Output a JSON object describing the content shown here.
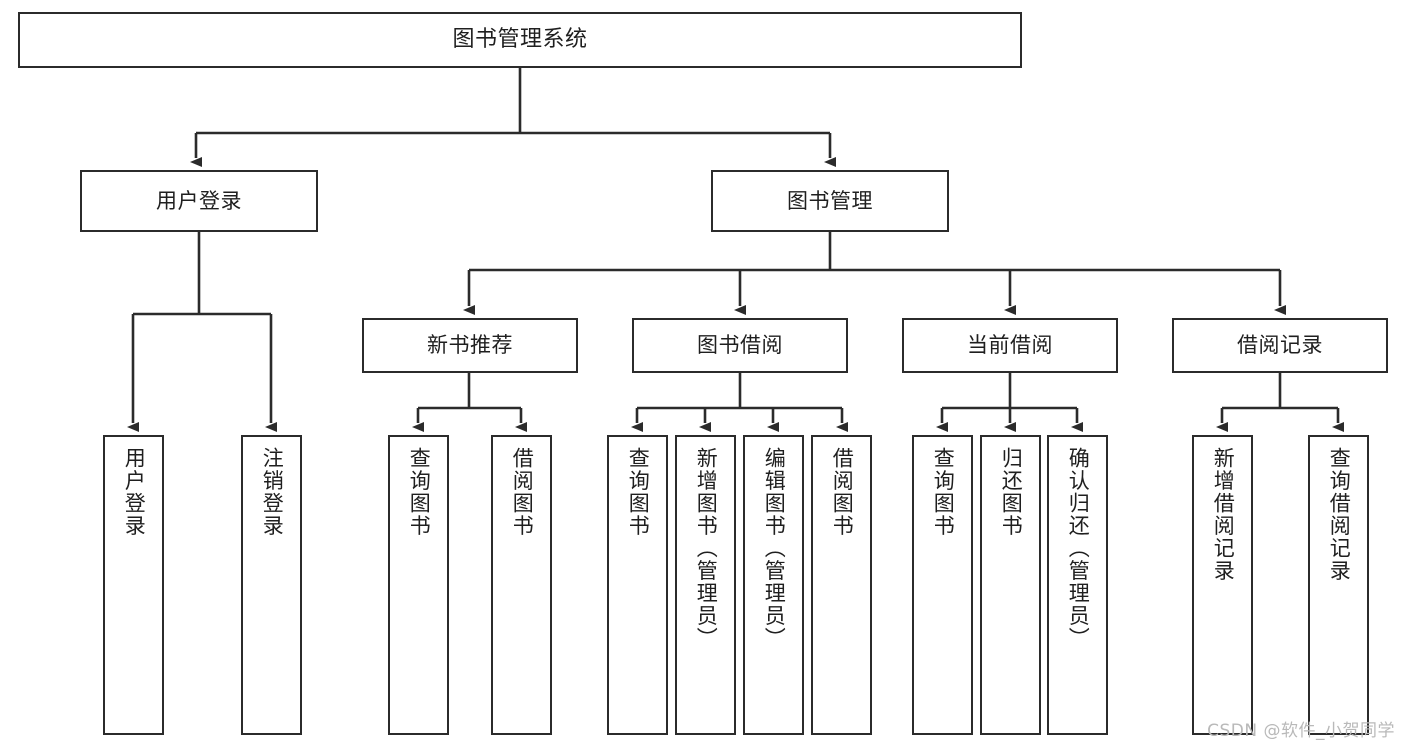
{
  "diagram": {
    "title": "图书管理系统",
    "type": "functional-structure-tree",
    "colors": {
      "box_border": "#2b2b2b",
      "box_fill": "#ffffff",
      "connector": "#2b2b2b",
      "background": "#ffffff",
      "watermark": "#b9b9b9"
    },
    "root": {
      "id": "root",
      "label": "图书管理系统"
    },
    "level2": [
      {
        "id": "user-login",
        "label": "用户登录"
      },
      {
        "id": "book-manage",
        "label": "图书管理"
      }
    ],
    "level3": [
      {
        "id": "new-book-rec",
        "label": "新书推荐",
        "parent": "book-manage"
      },
      {
        "id": "book-borrow",
        "label": "图书借阅",
        "parent": "book-manage"
      },
      {
        "id": "current-borrow",
        "label": "当前借阅",
        "parent": "book-manage"
      },
      {
        "id": "borrow-record",
        "label": "借阅记录",
        "parent": "book-manage"
      }
    ],
    "leaves": [
      {
        "id": "leaf-user-login",
        "label": "用户登录",
        "parent": "user-login"
      },
      {
        "id": "leaf-user-logout",
        "label": "注销登录",
        "parent": "user-login"
      },
      {
        "id": "leaf-query-book-1",
        "label": "查询图书",
        "parent": "new-book-rec"
      },
      {
        "id": "leaf-borrow-book-1",
        "label": "借阅图书",
        "parent": "new-book-rec"
      },
      {
        "id": "leaf-query-book-2",
        "label": "查询图书",
        "parent": "book-borrow"
      },
      {
        "id": "leaf-add-book",
        "label": "新增图书（管理员）",
        "parent": "book-borrow"
      },
      {
        "id": "leaf-edit-book",
        "label": "编辑图书（管理员）",
        "parent": "book-borrow"
      },
      {
        "id": "leaf-borrow-book-2",
        "label": "借阅图书",
        "parent": "book-borrow"
      },
      {
        "id": "leaf-query-book-3",
        "label": "查询图书",
        "parent": "current-borrow"
      },
      {
        "id": "leaf-return-book",
        "label": "归还图书",
        "parent": "current-borrow"
      },
      {
        "id": "leaf-confirm-return",
        "label": "确认归还（管理员）",
        "parent": "current-borrow"
      },
      {
        "id": "leaf-add-record",
        "label": "新增借阅记录",
        "parent": "borrow-record"
      },
      {
        "id": "leaf-query-record",
        "label": "查询借阅记录",
        "parent": "borrow-record"
      }
    ],
    "watermark": "CSDN @软件_小贺同学"
  }
}
